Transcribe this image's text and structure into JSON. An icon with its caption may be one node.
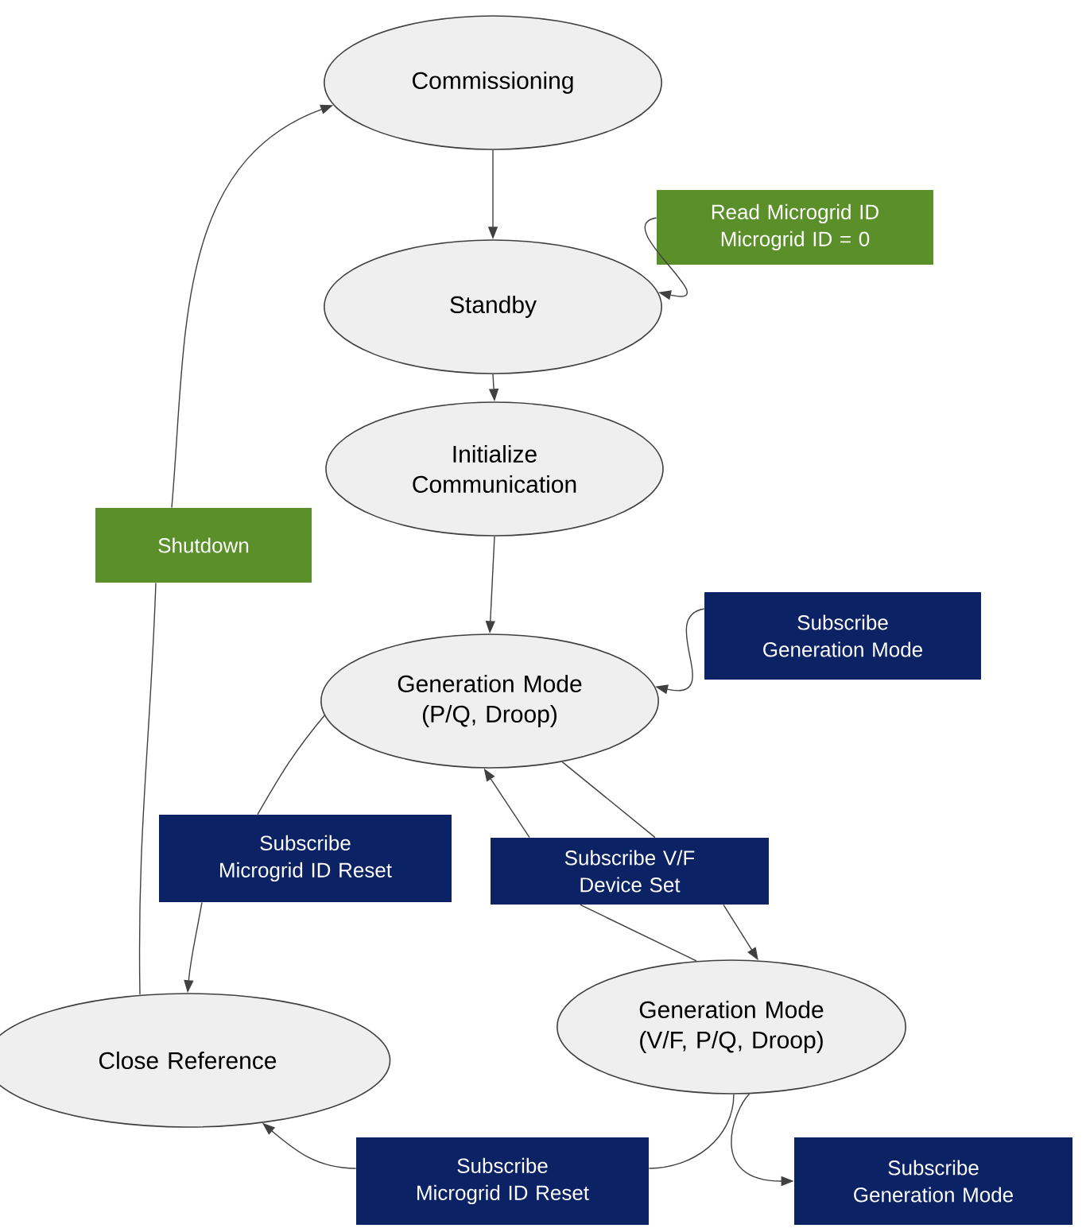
{
  "diagram": {
    "nodes": [
      {
        "text": [
          "Commissioning"
        ]
      },
      {
        "text": [
          "Read Microgrid ID Microgrid ID = 0"
        ]
      },
      {
        "text": [
          "Standby"
        ]
      },
      {
        "text": [
          "Initialize Communication"
        ]
      },
      {
        "text": [
          "Shutdown"
        ]
      },
      {
        "text": [
          "Subscribe Generation Mode"
        ]
      },
      {
        "text": [
          "Generation Mode (P/Q, Droop)"
        ]
      },
      {
        "text": [
          "Subscribe Microgrid ID Reset"
        ]
      },
      {
        "text": [
          "Subscribe V/F Device Set"
        ]
      },
      {
        "text": [
          "Generation Mode (V/F, P/Q, Droop)"
        ]
      },
      {
        "text": [
          "Close Reference"
        ]
      },
      {
        "text": [
          "Subscribe Microgrid ID Reset"
        ]
      },
      {
        "text": [
          "Subscribe Generation Mode"
        ]
      }
    ],
    "edges": [
      {
        "from": 0,
        "to": 2,
        "arrow": "to"
      },
      {
        "from": 2,
        "to": 3,
        "arrow": "to"
      },
      {
        "from": 3,
        "to": 6,
        "arrow": "to"
      },
      {
        "from": 1,
        "to": 2,
        "arrow": "to"
      },
      {
        "from": 5,
        "to": 6,
        "arrow": "to"
      },
      {
        "from": 6,
        "to": 7,
        "arrow": "none"
      },
      {
        "from": 7,
        "to": 10,
        "arrow": "to"
      },
      {
        "from": 10,
        "to": 4,
        "arrow": "none"
      },
      {
        "from": 4,
        "to": 0,
        "arrow": "to"
      },
      {
        "from": 6,
        "to": 8,
        "arrow": "none"
      },
      {
        "from": 8,
        "to": 9,
        "arrow": "to"
      },
      {
        "from": 9,
        "to": 8,
        "arrow": "none"
      },
      {
        "from": 8,
        "to": 6,
        "arrow": "to"
      },
      {
        "from": 9,
        "to": 11,
        "arrow": "none"
      },
      {
        "from": 11,
        "to": 10,
        "arrow": "to"
      },
      {
        "from": 9,
        "to": 12,
        "arrow": "to"
      }
    ]
  }
}
